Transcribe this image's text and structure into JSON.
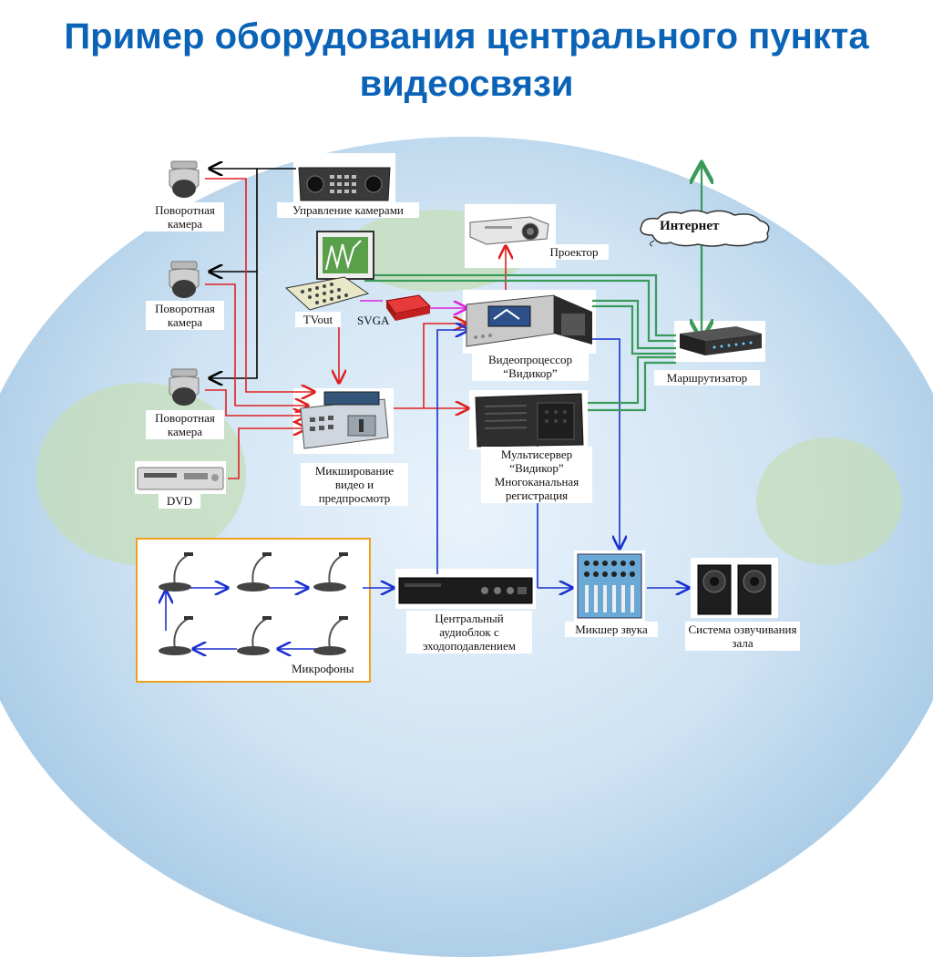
{
  "title": "Пример оборудования центрального пункта видеосвязи",
  "nodes": {
    "camera1": "Поворотная камера",
    "camera2": "Поворотная камера",
    "camera3": "Поворотная камера",
    "dvd": "DVD",
    "camera_control": "Управление камерами",
    "tvout": "TVout",
    "svga": "SVGA",
    "mixing": "Микширование видео и предпросмотр",
    "projector": "Проектор",
    "videoprocessor": "Видеопроцессор “Видикор”",
    "multiserver": "Мультисервер “Видикор” Многоканальная регистрация",
    "internet": "Интернет",
    "router": "Маршрутизатор",
    "microphones": "Микрофоны",
    "audio_unit": "Центральный аудиоблок с эходоподавлением",
    "sound_mixer": "Микшер звука",
    "speakers": "Система озвучивания зала"
  },
  "colors": {
    "title": "#0b63b7",
    "control_lines": "#000000",
    "video_lines": "#e02020",
    "audio_lines": "#1a2fd0",
    "svga_line": "#e020e0",
    "network_lines": "#3a9a5a",
    "microphone_frame": "#f0a020"
  }
}
